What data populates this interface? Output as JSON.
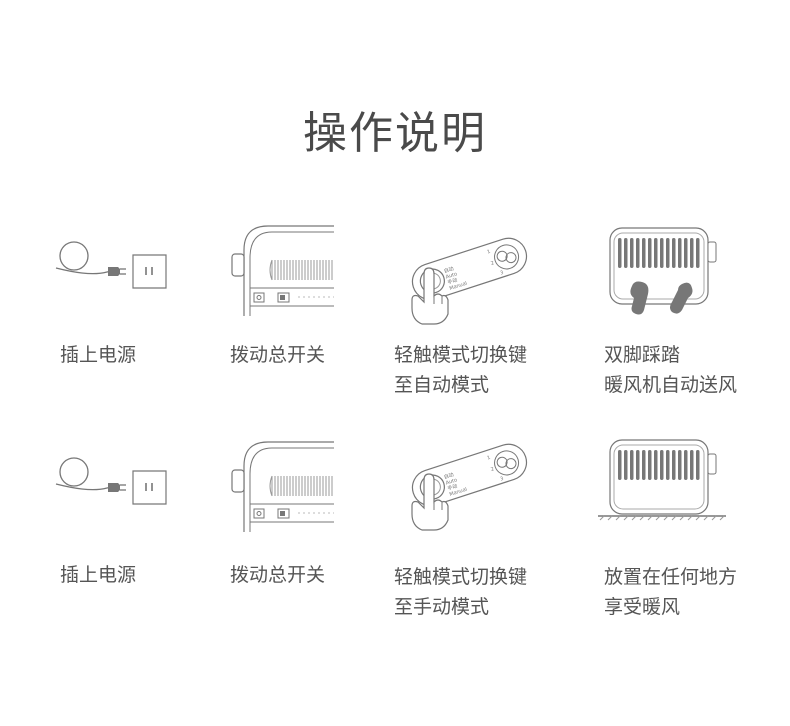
{
  "title": "操作说明",
  "row1": {
    "step1": {
      "line1": "插上电源"
    },
    "step2": {
      "line1": "拨动总开关"
    },
    "step3": {
      "line1": "轻触模式切换键",
      "line2": "至自动模式"
    },
    "step4": {
      "line1": "双脚踩踏",
      "line2": "暖风机自动送风"
    }
  },
  "row2": {
    "step1": {
      "line1": "插上电源"
    },
    "step2": {
      "line1": "拨动总开关"
    },
    "step3": {
      "line1": "轻触模式切换键",
      "line2": "至手动模式"
    },
    "step4": {
      "line1": "放置在任何地方",
      "line2": "享受暖风"
    }
  },
  "panel": {
    "auto_cn": "自动",
    "auto_en": "Auto",
    "manual_cn": "手动",
    "manual_en": "Manual",
    "levels": [
      "1",
      "2",
      "3"
    ]
  },
  "colors": {
    "line": "#777777",
    "fill": "#777777",
    "text": "#555555"
  }
}
